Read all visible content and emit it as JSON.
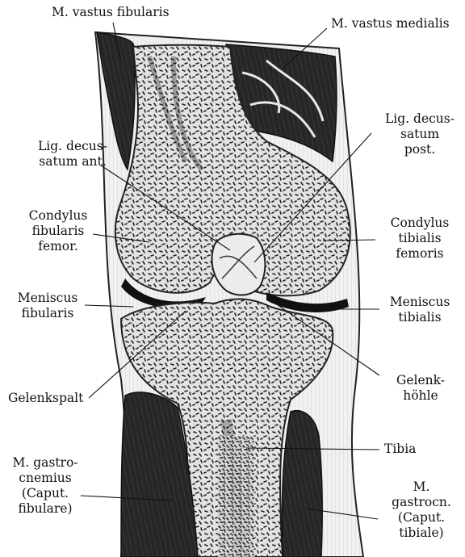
{
  "figure": {
    "labels": {
      "vastus_fibularis": "M. vastus fibularis",
      "vastus_medialis": "M. vastus medialis",
      "lig_ant": "Lig. decus-\nsatum ant.",
      "lig_post": "Lig. decus-\nsatum\npost.",
      "condylus_fib": "Condylus\nfibularis\nfemor.",
      "condylus_tib": "Condylus\ntibialis\nfemoris",
      "meniscus_fib": "Meniscus\nfibularis",
      "meniscus_tib": "Meniscus\ntibialis",
      "gelenkspalt": "Gelenkspalt",
      "gelenkhoehle": "Gelenk-\nhöhle",
      "tibia": "Tibia",
      "gastro_fib": "M. gastro-\ncnemius\n(Caput.\nfibulare)",
      "gastro_tib": "M.\ngastrocn.\n(Caput.\ntibiale)"
    },
    "colors": {
      "ink": "#111111",
      "muscle": "#2a2a2a",
      "bone": "#dcdcdc",
      "cartilage": "#c9c9c9",
      "paper": "#ffffff"
    }
  }
}
